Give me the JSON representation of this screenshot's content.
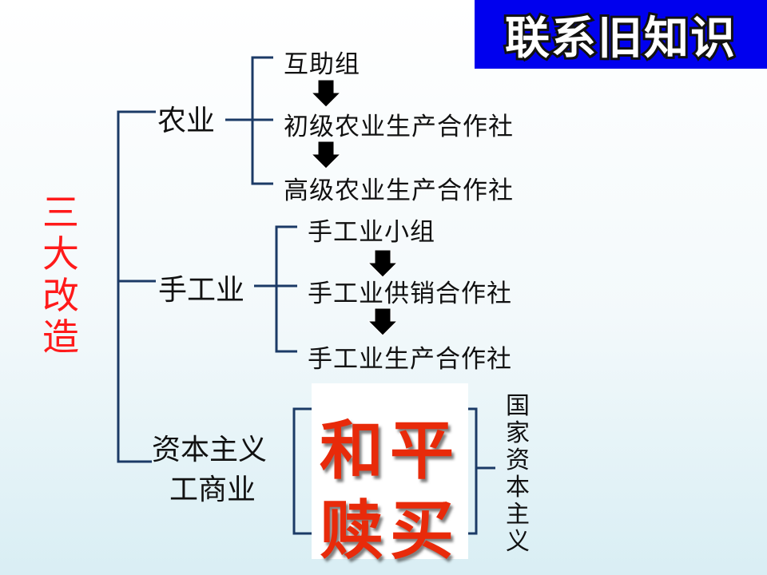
{
  "title": "联系旧知识",
  "root_label": "三大改造",
  "categories": {
    "agriculture": {
      "label": "农业",
      "steps": [
        "互助组",
        "初级农业生产合作社",
        "高级农业生产合作社"
      ]
    },
    "handicraft": {
      "label": "手工业",
      "steps": [
        "手工业小组",
        "手工业供销合作社",
        "手工业生产合作社"
      ]
    },
    "capitalist": {
      "label_line1": "资本主义",
      "label_line2": "工商业",
      "method_line1": "和平",
      "method_line2": "赎买",
      "result": "国家资本主义"
    }
  },
  "colors": {
    "title_bg": "#0000ee",
    "title_text": "#ffffff",
    "root_text": "#ff1a1a",
    "method_text": "#e82a0a",
    "bracket_line": "#1b3a66",
    "arrow": "#000000"
  }
}
